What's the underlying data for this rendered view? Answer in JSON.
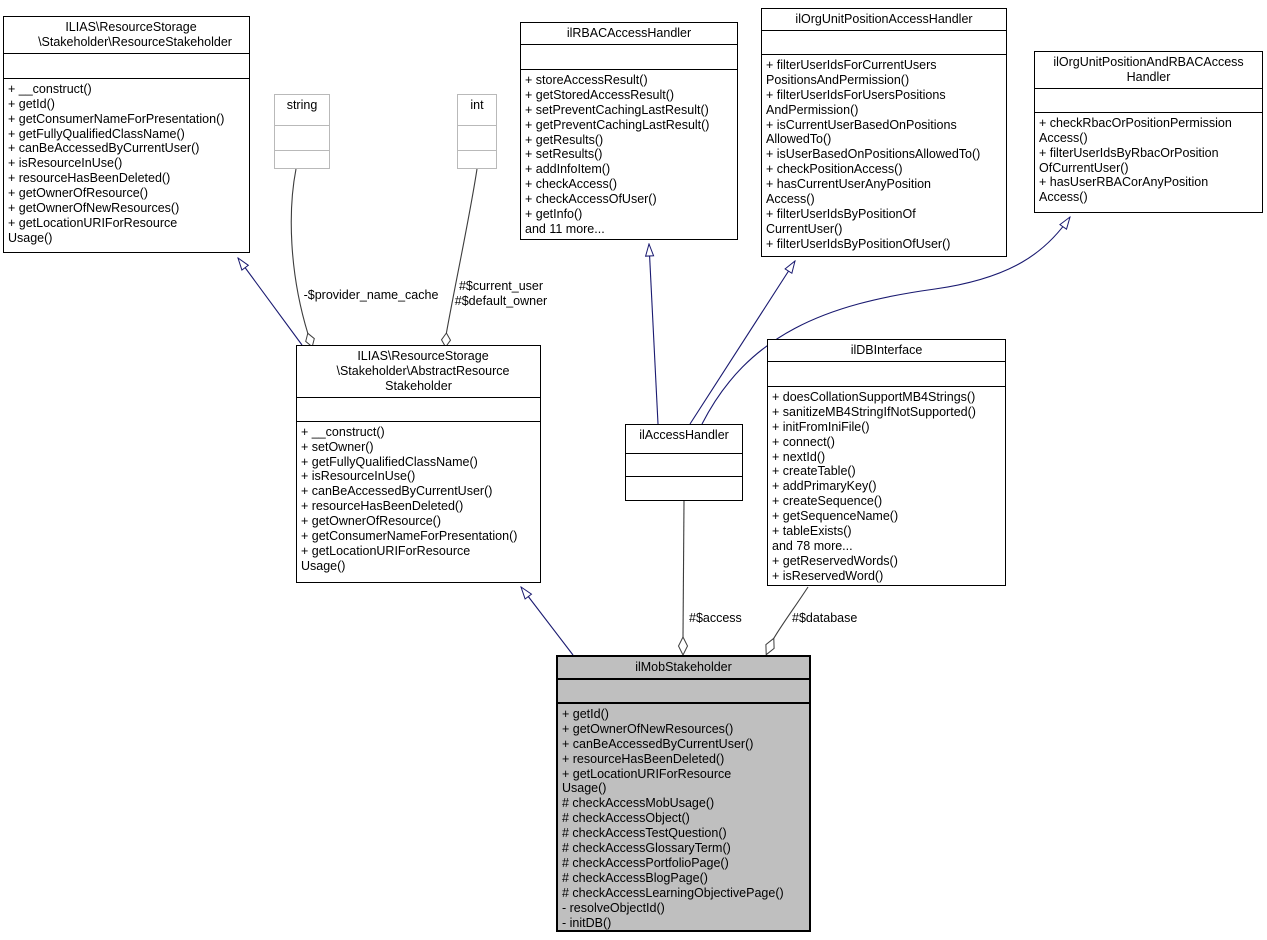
{
  "diagram_title": "ilMobStakeholder collaboration diagram",
  "colors": {
    "inheritance_edge": "#191970",
    "aggregation_edge": "#3d3d3d",
    "box_border": "#000000",
    "external_box_border": "#b9b9b9",
    "highlight_fill": "#bfbfbf",
    "background": "#ffffff"
  },
  "boxes": {
    "resource_stakeholder": {
      "title_lines": [
        "ILIAS\\ResourceStorage",
        "\\Stakeholder\\ResourceStakeholder"
      ],
      "methods": [
        "+ __construct()",
        "+ getId()",
        "+ getConsumerNameForPresentation()",
        "+ getFullyQualifiedClassName()",
        "+ canBeAccessedByCurrentUser()",
        "+ isResourceInUse()",
        "+ resourceHasBeenDeleted()",
        "+ getOwnerOfResource()",
        "+ getOwnerOfNewResources()",
        "+ getLocationURIForResource",
        "Usage()"
      ]
    },
    "string_type": {
      "title_lines": [
        "string"
      ],
      "methods": []
    },
    "int_type": {
      "title_lines": [
        "int"
      ],
      "methods": []
    },
    "rbac_access_handler": {
      "title_lines": [
        "ilRBACAccessHandler"
      ],
      "methods": [
        "+ storeAccessResult()",
        "+ getStoredAccessResult()",
        "+ setPreventCachingLastResult()",
        "+ getPreventCachingLastResult()",
        "+ getResults()",
        "+ setResults()",
        "+ addInfoItem()",
        "+ checkAccess()",
        "+ checkAccessOfUser()",
        "+ getInfo()",
        "and 11 more..."
      ]
    },
    "org_unit_position_access_handler": {
      "title_lines": [
        "ilOrgUnitPositionAccessHandler"
      ],
      "methods": [
        "+ filterUserIdsForCurrentUsers",
        "PositionsAndPermission()",
        "+ filterUserIdsForUsersPositions",
        "AndPermission()",
        "+ isCurrentUserBasedOnPositions",
        "AllowedTo()",
        "+ isUserBasedOnPositionsAllowedTo()",
        "+ checkPositionAccess()",
        "+ hasCurrentUserAnyPosition",
        "Access()",
        "+ filterUserIdsByPositionOf",
        "CurrentUser()",
        "+ filterUserIdsByPositionOfUser()"
      ]
    },
    "org_unit_position_and_rbac_access_handler": {
      "title_lines": [
        "ilOrgUnitPositionAndRBACAccess",
        "Handler"
      ],
      "methods": [
        "+ checkRbacOrPositionPermission",
        "Access()",
        "+ filterUserIdsByRbacOrPosition",
        "OfCurrentUser()",
        "+ hasUserRBACorAnyPosition",
        "Access()"
      ]
    },
    "abstract_resource_stakeholder": {
      "title_lines": [
        "ILIAS\\ResourceStorage",
        "\\Stakeholder\\AbstractResource",
        "Stakeholder"
      ],
      "methods": [
        "+ __construct()",
        "+ setOwner()",
        "+ getFullyQualifiedClassName()",
        "+ isResourceInUse()",
        "+ canBeAccessedByCurrentUser()",
        "+ resourceHasBeenDeleted()",
        "+ getOwnerOfResource()",
        "+ getConsumerNameForPresentation()",
        "+ getLocationURIForResource",
        "Usage()"
      ]
    },
    "access_handler": {
      "title_lines": [
        "ilAccessHandler"
      ],
      "methods": []
    },
    "db_interface": {
      "title_lines": [
        "ilDBInterface"
      ],
      "methods": [
        "+ doesCollationSupportMB4Strings()",
        "+ sanitizeMB4StringIfNotSupported()",
        "+ initFromIniFile()",
        "+ connect()",
        "+ nextId()",
        "+ createTable()",
        "+ addPrimaryKey()",
        "+ createSequence()",
        "+ getSequenceName()",
        "+ tableExists()",
        "and 78 more...",
        "+ getReservedWords()",
        "+ isReservedWord()"
      ]
    },
    "mob_stakeholder": {
      "title_lines": [
        "ilMobStakeholder"
      ],
      "methods": [
        "+ getId()",
        "+ getOwnerOfNewResources()",
        "+ canBeAccessedByCurrentUser()",
        "+ resourceHasBeenDeleted()",
        "+ getLocationURIForResource",
        "Usage()",
        "# checkAccessMobUsage()",
        "# checkAccessObject()",
        "# checkAccessTestQuestion()",
        "# checkAccessGlossaryTerm()",
        "# checkAccessPortfolioPage()",
        "# checkAccessBlogPage()",
        "# checkAccessLearningObjectivePage()",
        "- resolveObjectId()",
        "- initDB()"
      ]
    }
  },
  "edge_labels": {
    "provider_name_cache": "-$provider_name_cache",
    "current_user": "#$current_user",
    "default_owner": "#$default_owner",
    "access": "#$access",
    "database": "#$database"
  }
}
